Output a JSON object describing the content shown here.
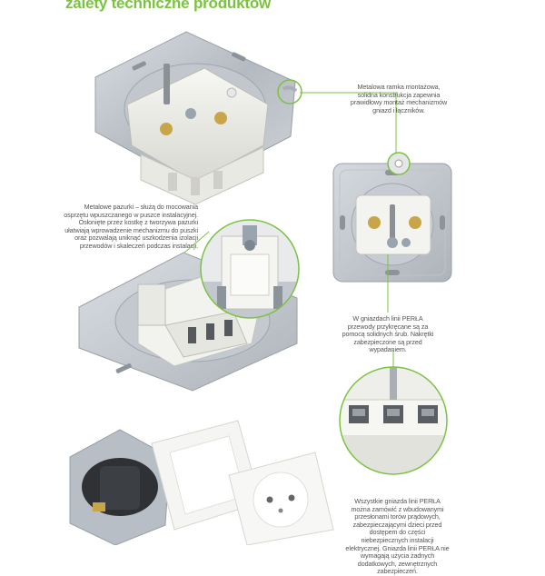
{
  "page": {
    "title": "zalety techniczne produktów",
    "accent_color": "#7cc242"
  },
  "captions": {
    "frame": "Metalowa ramka montażowa, solidna konstrukcja zapewnia prawidłowy montaż mechanizmów gniazd i łączników.",
    "claws": "Metalowe pazurki – służą do mocowania osprzętu wpuszczanego w puszce instalacyjnej. Osłonięte przez kostkę z tworzywa pazurki ułatwiają wprowadzenie mechanizmu do puszki oraz pozwalają uniknąć uszkodzenia izolacji przewodów i skaleczeń podczas instalacji.",
    "screws": "W gniazdach linii PERŁA przewody przykręcane są za pomocą solidnych śrub. Nakrętki zabezpieczone są przed wypadaniem.",
    "shutters": "Wszystkie gniazda linii PERŁA można zamówić z wbudowanymi przesłonami torów prądowych, zabezpieczającymi dzieci przed dostępem do części niebezpiecznych instalacji elektrycznej. Gniazda linii PERŁA nie wymagają użycia żadnych dodatkowych, zewnętrznych zabezpieczeń."
  }
}
